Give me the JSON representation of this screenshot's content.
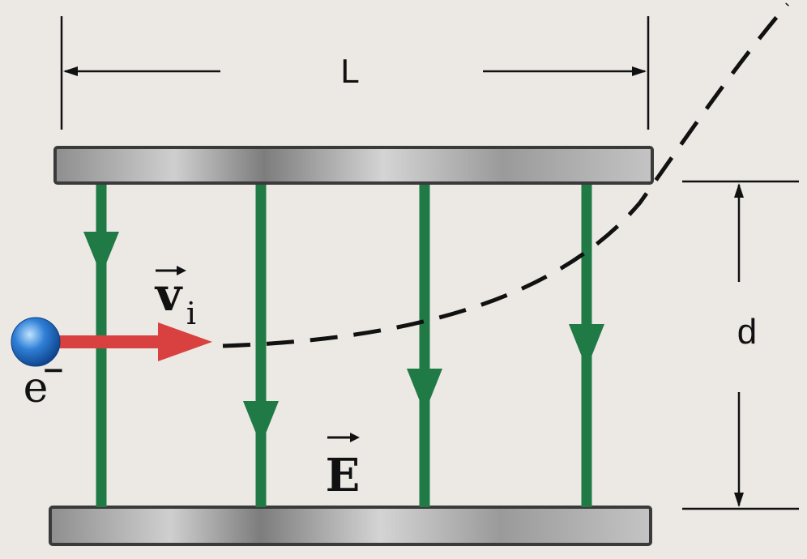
{
  "labels": {
    "length": "L",
    "separation": "d",
    "velocity_letter": "v",
    "velocity_subscript": "i",
    "electron_letter": "e",
    "electron_sign": "−",
    "field_letter": "E"
  },
  "colors": {
    "background": "#ece9e4",
    "field_line": "#1f7a45",
    "velocity_arrow": "#d8413f",
    "electron_fill": "#2f7fd6",
    "plate_mid": "#b9b9b9",
    "plate_edge": "#3a3a3a",
    "ink": "#111111"
  },
  "icons": {
    "electron": "blue-sphere",
    "velocity": "red-arrow-right",
    "field": "green-arrow-down",
    "trajectory": "dashed-curve"
  }
}
